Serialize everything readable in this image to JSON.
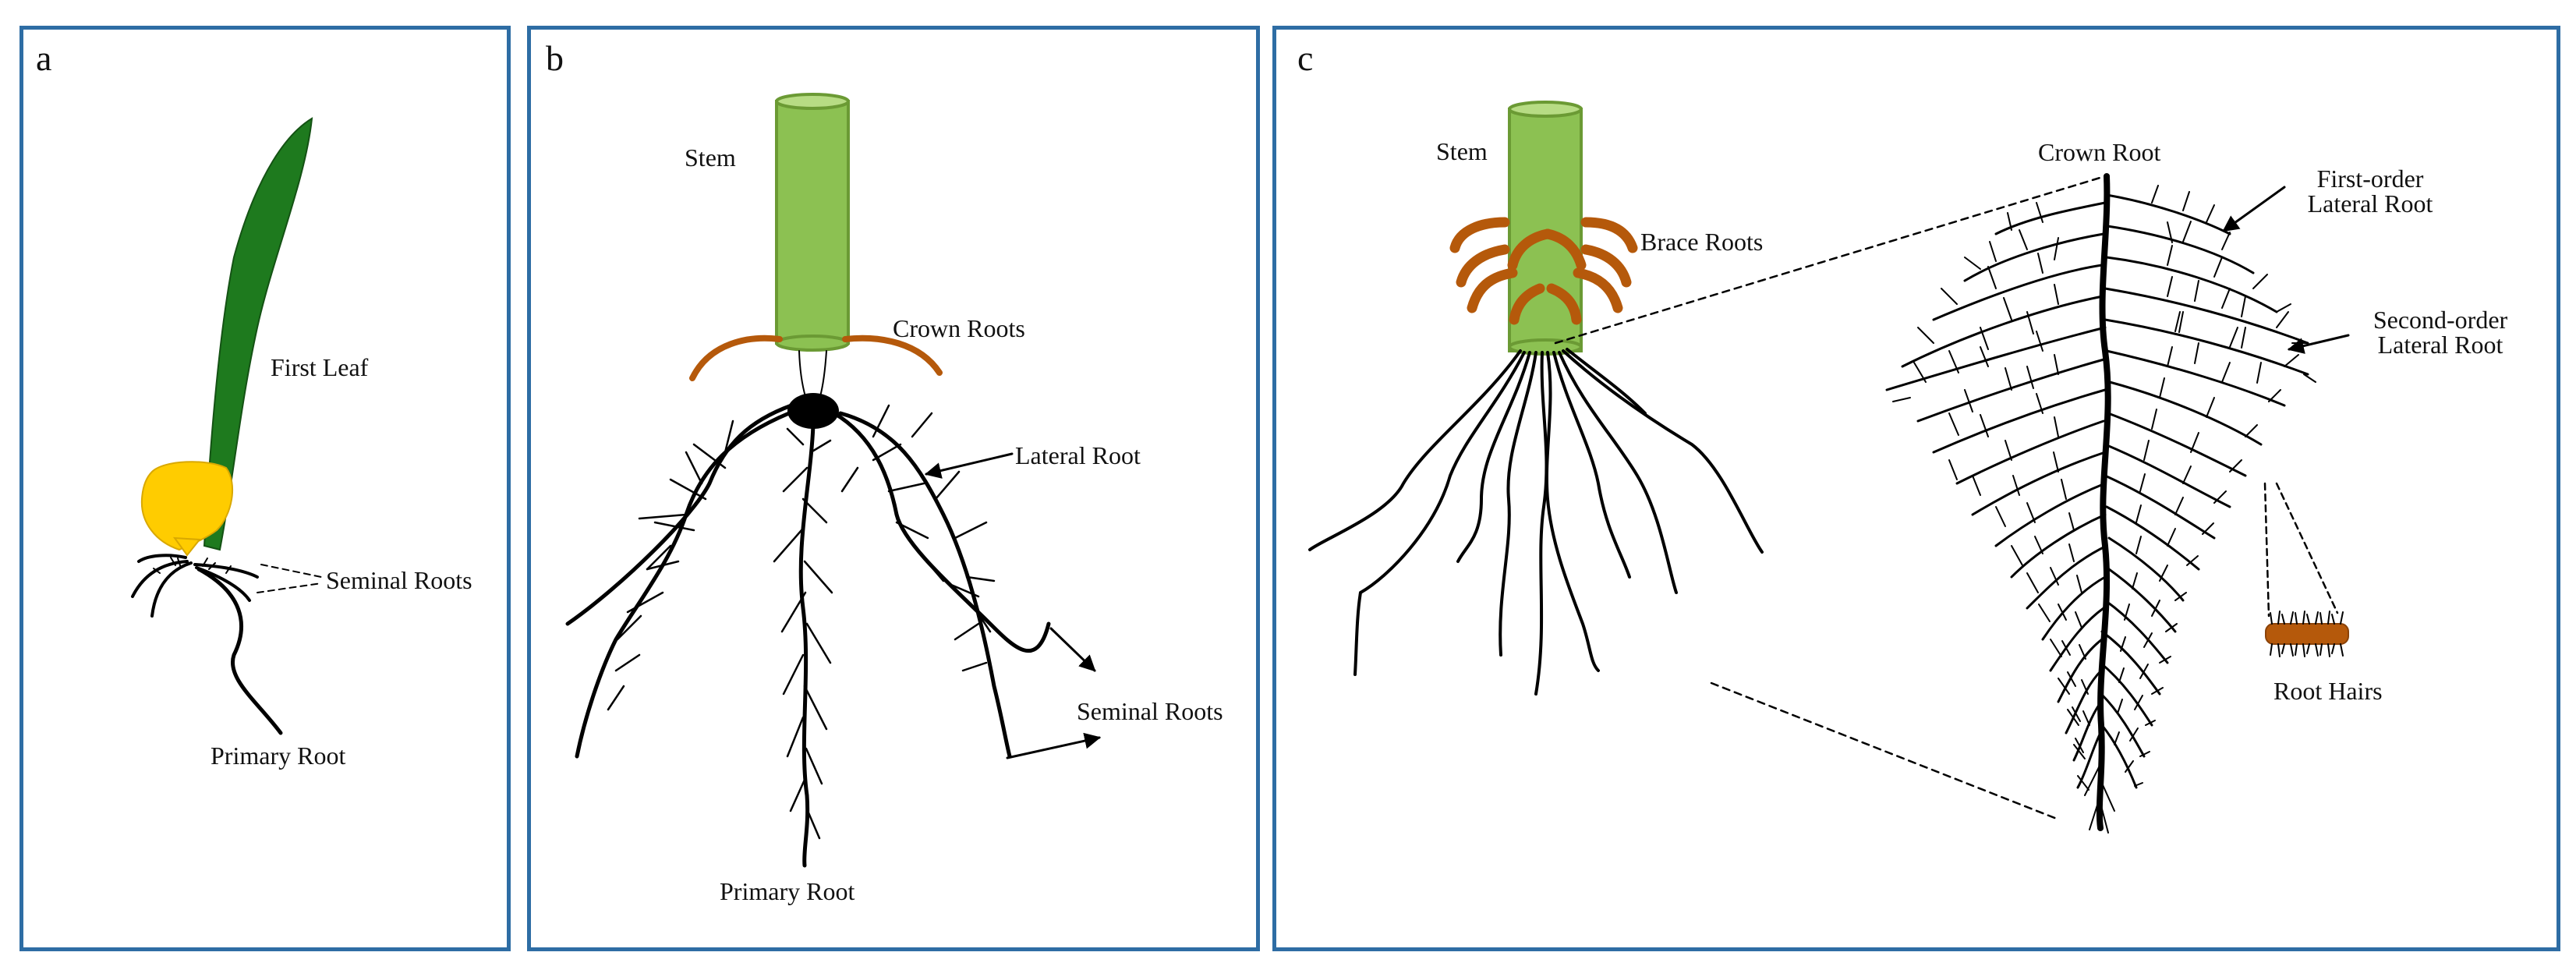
{
  "panels": {
    "a": {
      "letter": "a",
      "labels": {
        "first_leaf": "First Leaf",
        "seminal_roots": "Seminal Roots",
        "primary_root": "Primary Root"
      }
    },
    "b": {
      "letter": "b",
      "labels": {
        "stem": "Stem",
        "crown_roots": "Crown Roots",
        "lateral_root": "Lateral Root",
        "seminal_roots": "Seminal Roots",
        "primary_root": "Primary Root"
      }
    },
    "c": {
      "letter": "c",
      "labels": {
        "stem": "Stem",
        "brace_roots": "Brace Roots",
        "crown_root": "Crown Root",
        "first_order_1": "First-order",
        "first_order_2": "Lateral Root",
        "second_order_1": "Second-order",
        "second_order_2": "Lateral Root",
        "root_hairs": "Root Hairs"
      }
    }
  },
  "colors": {
    "panel_border": "#2e6da4",
    "leaf": "#1e7a1e",
    "seed": "#ffcc00",
    "stem": "#8cc152",
    "brace_root": "#b5590b",
    "root": "#000000"
  }
}
